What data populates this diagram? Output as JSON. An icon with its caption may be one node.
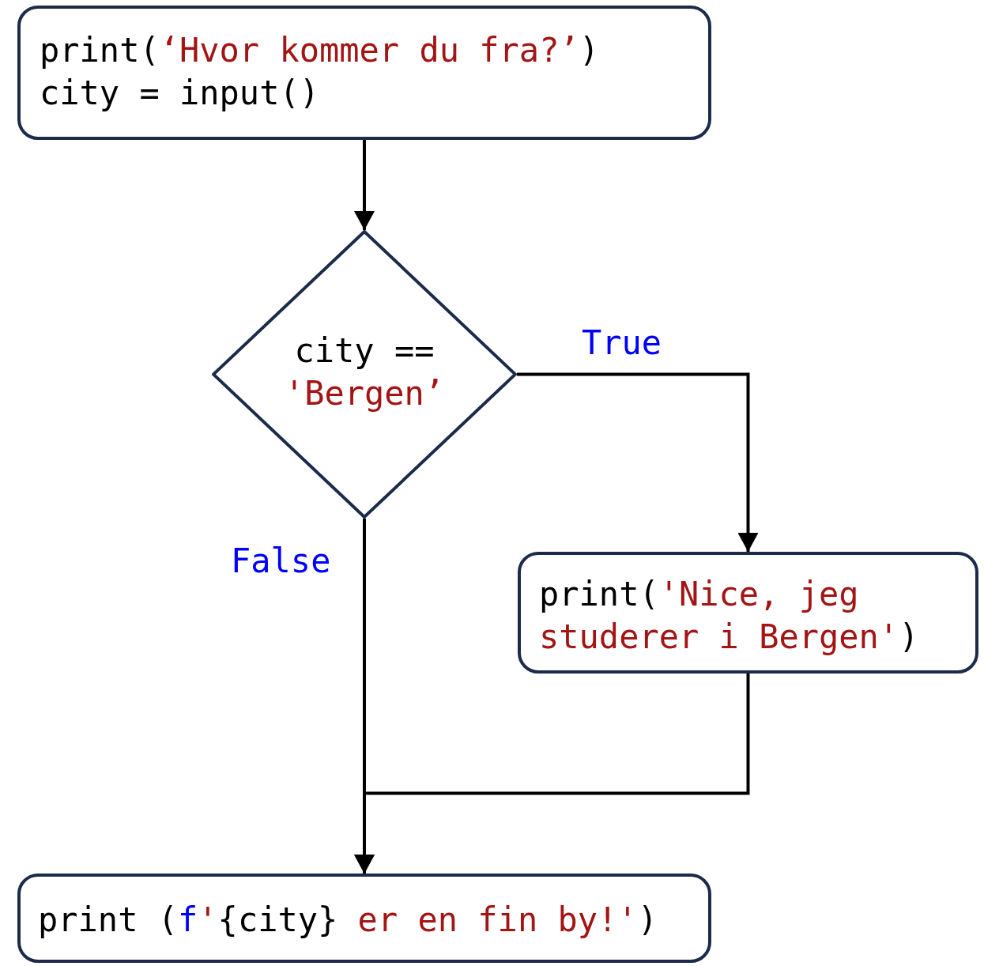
{
  "diagram": {
    "nodes": [
      {
        "text": [
          "print(‘Hvor kommer du fra?’)",
          "city = input()"
        ]
      },
      {
        "text": [
          "city == 'Bergen’"
        ]
      },
      {
        "text": [
          "print('Nice, jeg studerer i Bergen')"
        ]
      },
      {
        "text": [
          "print (f'{city} er en fin by!')"
        ]
      }
    ],
    "edges": [
      {
        "from": 0,
        "to": 1,
        "arrow": "to"
      },
      {
        "from": 1,
        "to": 2,
        "arrow": "to",
        "label": "True"
      },
      {
        "from": 1,
        "to": 3,
        "arrow": "to",
        "label": "False"
      },
      {
        "from": 2,
        "to": 3,
        "arrow": "to"
      }
    ]
  }
}
